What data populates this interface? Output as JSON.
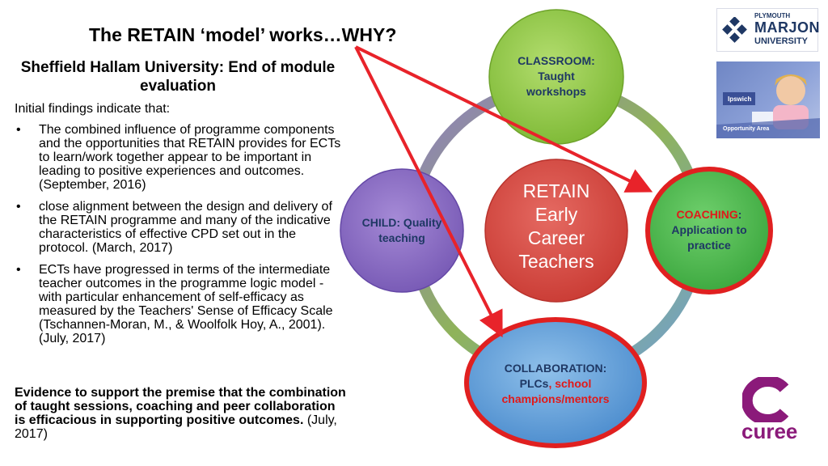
{
  "title": "The RETAIN ‘model’ works…WHY?",
  "subtitle": "Sheffield Hallam University: End of module evaluation",
  "intro": "Initial findings indicate that:",
  "findings": [
    "The combined influence of programme components and the opportunities that RETAIN provides for ECTs to learn/work together appear to be important in leading to positive experiences and outcomes. (September,  2016)",
    "close alignment  between the design and delivery of the RETAIN programme and many of the indicative characteristics of effective CPD set out in the protocol. (March, 2017)",
    "ECTs have progressed in terms of the intermediate teacher outcomes in the programme logic model - with particular enhancement of self-efficacy as measured by the Teachers' Sense of Efficacy Scale (Tschannen-Moran, M., & Woolfolk Hoy, A., 2001).  (July, 2017)"
  ],
  "bullet_char": "•",
  "evidence": {
    "bold": "Evidence to support the premise that the combination of taught sessions, coaching and peer collaboration is efficacious in supporting positive outcomes.",
    "normal": " (July, 2017)"
  },
  "diagram": {
    "center": [
      "RETAIN",
      "Early",
      "Career",
      "Teachers"
    ],
    "classroom": [
      "CLASSROOM:",
      "Taught",
      "workshops"
    ],
    "child": [
      "CHILD: Quality",
      "teaching"
    ],
    "coaching": {
      "highlight": "COACHING",
      "colon": ":",
      "rest": [
        "Application to",
        "practice"
      ]
    },
    "collaboration": {
      "line1": "COLLABORATION:",
      "plcs": "PLCs",
      "sep": ", ",
      "red1": "school",
      "red2": "champions/mentors"
    },
    "colors": {
      "ring": "#8e7cc3",
      "classroom": "#8dc63f",
      "child": "#8b6fc2",
      "center": "#d9463f",
      "coaching": "#45b649",
      "collaboration": "#5b9bd5",
      "highlight_border": "#e02020",
      "arrow": "#e8232a",
      "label_text": "#1f3864"
    }
  },
  "logos": {
    "plymouth_top": "PLYMOUTH",
    "plymouth_main": "MARJON",
    "plymouth_sub": "UNIVERSITY",
    "ipswich_tag": "Ipswich",
    "ipswich_area": "Opportunity Area",
    "curee": "curee"
  }
}
